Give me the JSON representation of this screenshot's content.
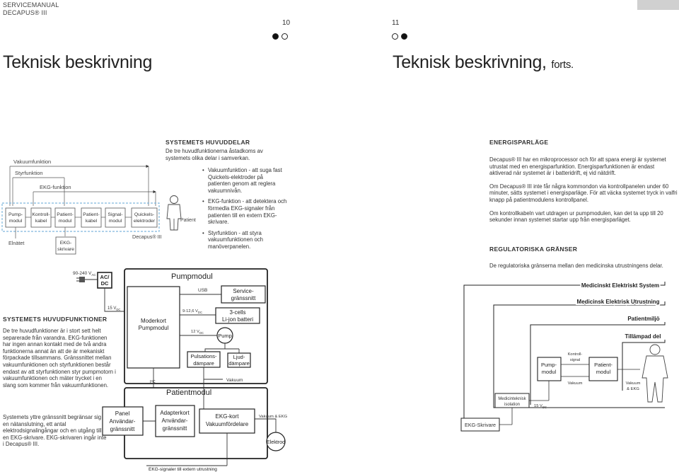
{
  "header": {
    "manual_title": "SERVICEMANUAL",
    "product_name": "DECAPUS® III",
    "page_left": "10",
    "page_right": "11"
  },
  "left_page": {
    "title": "Teknisk beskrivning",
    "block_diagram": {
      "labels": {
        "vakuumfunktion": "Vakuumfunktion",
        "styrfunktion": "Styrfunktion",
        "ekgfunktion": "EKG-funktion",
        "elnatet": "Elnätet",
        "decapus": "Decapus® III",
        "patient": "Patient"
      },
      "modules": [
        {
          "line1": "Pump-",
          "line2": "modul"
        },
        {
          "line1": "Kontroll-",
          "line2": "kabel"
        },
        {
          "line1": "Patient-",
          "line2": "modul"
        },
        {
          "line1": "Patient-",
          "line2": "kabel"
        },
        {
          "line1": "Signal-",
          "line2": "modul"
        },
        {
          "line1": "Quickels-",
          "line2": "elektroder"
        }
      ],
      "ekg_skrivare": {
        "line1": "EKG-",
        "line2": "skrivare"
      }
    },
    "systemets_huvuddelar": {
      "heading": "SYSTEMETS HUVUDDELAR",
      "intro": "De tre huvudfunktionerna åstadkoms av systemets olika delar i samverkan.",
      "bullets": [
        "Vakuumfunktion - att suga fast Quickels-elektroder på patienten genom att reglera vakuumnivån.",
        "EKG-funktion - att detektera och förmedla EKG-signaler från patienten till en extern EKG-skrivare.",
        "Styrfunktion - att styra vakuumfunktionen och manöverpanelen."
      ]
    },
    "systemets_huvudfunktioner": {
      "heading": "SYSTEMETS HUVUDFUNKTIONER",
      "paragraph1": "De tre huvudfunktioner är i stort sett helt separerade från varandra. EKG-funktionen har ingen annan kontakt med de två andra funktionerna annat än att de är mekaniskt förpackade tillsammans. Gränssnittet mellan vakuumfunktionen och styrfunktionen består endast av att styrfunktionen styr pumpmotorn i vakuumfunktionen och mäter trycket i en slang som kommer från vakuumfunktionen.",
      "paragraph2": "Systemets yttre gränssnitt begränsar sig till en nätanslutning, ett antal elektrodsignalingångar och en utgång till en EKG-skrivare. EKG-skrivaren ingår inte i Decapus® III."
    },
    "detail_diagram": {
      "mains": "90-240 V",
      "ac": "AC",
      "acdc_line1": "AC/",
      "acdc_line2": "DC",
      "v15": "15 V",
      "dc": "DC",
      "pumpmodul": "Pumpmodul",
      "moderkort_line1": "Moderkort",
      "moderkort_line2": "Pumpmodul",
      "usb": "USB",
      "service_line1": "Service-",
      "service_line2": "gränssnitt",
      "v9126": "9-12,6 V",
      "battery_line1": "3-cells",
      "battery_line2": "Li-jon batteri",
      "v12": "12 V",
      "pump": "Pump",
      "puls_line1": "Pulsations-",
      "puls_line2": "dämpare",
      "ljud_line1": "Ljud-",
      "ljud_line2": "dämpare",
      "i2c": "I²C",
      "vakuum": "Vakuum",
      "patientmodul": "Patientmodul",
      "panel_line1": "Panel",
      "panel_line2": "Användar-",
      "panel_line3": "gränssnitt",
      "adapter_line1": "Adapterkort",
      "adapter_line2": "Användar-",
      "adapter_line3": "gränssnitt",
      "ekgkort_line1": "EKG-kort",
      "ekgkort_line2": "Vakuumfördelare",
      "vakuum_ekg": "Vakuum & EKG",
      "elektrod": "Elektrod",
      "ekg_out": "EKG-signaler till extern utrustning"
    }
  },
  "right_page": {
    "title": "Teknisk beskrivning,",
    "title_suffix": "forts.",
    "energisparlage": {
      "heading": "ENERGISPARLÄGE",
      "paragraphs": [
        "Decapus® III har en mikroprocessor och för att spara energi är systemet utrustat med en energisparfunktion. Energisparfunktionen är endast aktiverad när systemet är i batteridrift, ej vid nätdrift.",
        "Om Decapus® III inte får några kommondon via kontrollpanelen under 60 minuter, sätts systemet i energisparläge. För att väcka systemet tryck in valfri knapp på patientmodulens kontrollpanel.",
        "Om kontrollkabeln vart utdragen ur pumpmodulen, kan det ta upp till 20 sekunder innan systemet startar upp från energisparläget."
      ]
    },
    "regulatoriska": {
      "heading": "REGULATORISKA GRÄNSER",
      "text": "De regulatoriska gränserna mellan den medicinska utrustningens delar."
    },
    "boundary_diagram": {
      "medicinskt_system": "Medicinskt Elektriskt System",
      "medicinsk_utrustning": "Medicinsk Elektrisk Utrustning",
      "patientmiljo": "Patientmiljö",
      "tillampad_del": "Tillämpad del",
      "pump_line1": "Pump-",
      "pump_line2": "modul",
      "kontroll_line1": "Kontroll-",
      "kontroll_line2": "signal",
      "vakuum": "Vakuum",
      "patient_line1": "Patient-",
      "patient_line2": "modul",
      "vakuum_ekg_line1": "Vakuum",
      "vakuum_ekg_line2": "& EKG",
      "med_iso_line1": "Medicinteknisk",
      "med_iso_line2": "isolation",
      "v15": "15 V",
      "dc": "DC",
      "ekg_skrivare": "EKG-Skrivare"
    }
  }
}
